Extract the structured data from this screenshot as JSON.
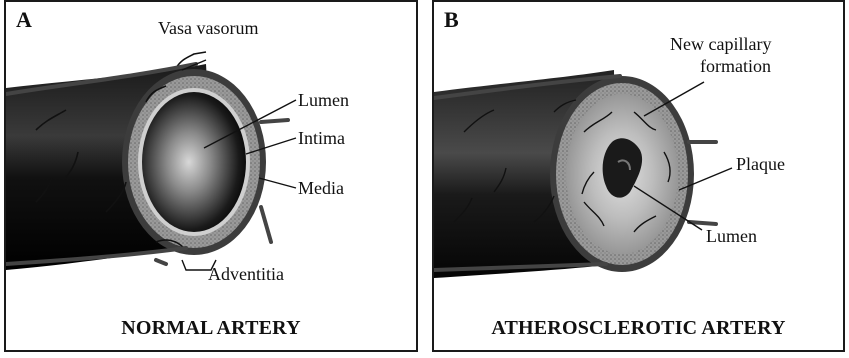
{
  "panel_a": {
    "letter": "A",
    "caption": "NORMAL ARTERY",
    "labels": {
      "vasa_vasorum": "Vasa vasorum",
      "lumen": "Lumen",
      "intima": "Intima",
      "media": "Media",
      "adventitia": "Adventitia"
    }
  },
  "panel_b": {
    "letter": "B",
    "caption": "ATHEROSCLEROTIC ARTERY",
    "labels": {
      "new_capillary_line1": "New capillary",
      "new_capillary_line2": "formation",
      "plaque": "Plaque",
      "lumen": "Lumen"
    }
  }
}
